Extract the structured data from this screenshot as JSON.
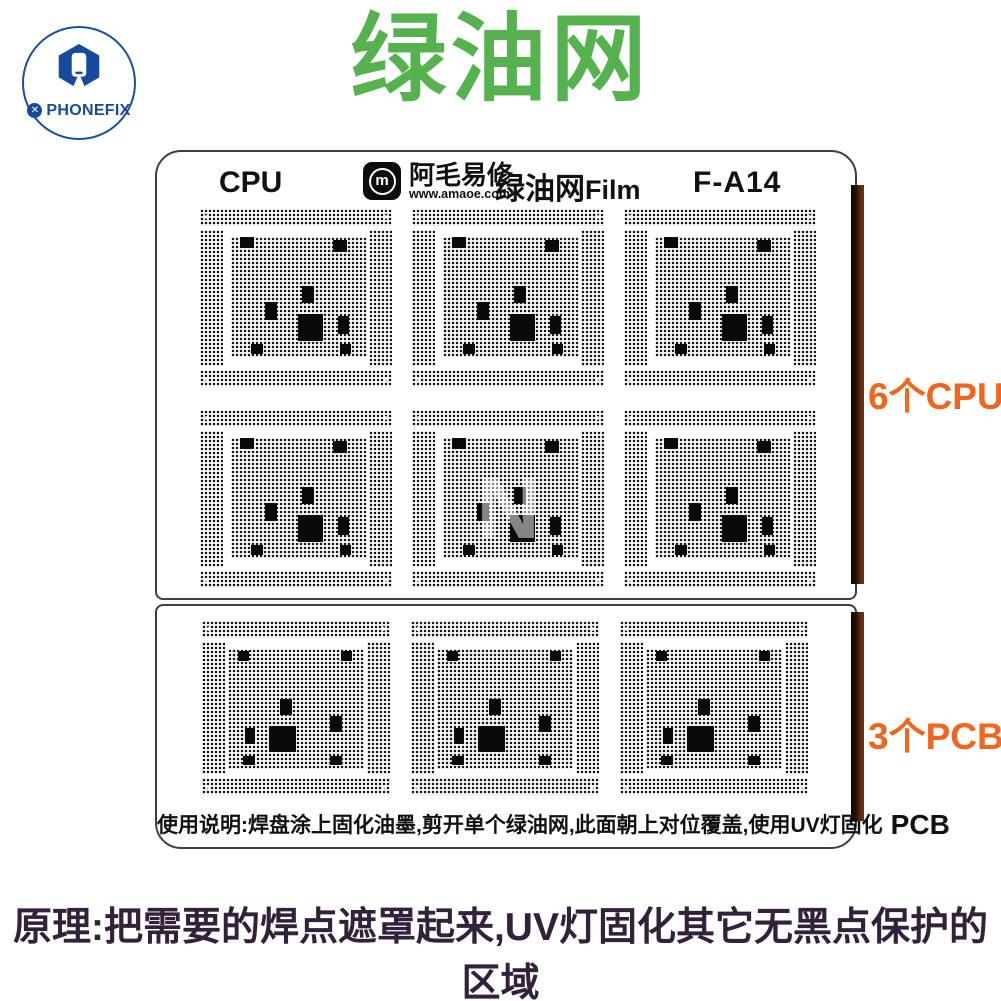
{
  "logo": {
    "text": "PHONEFIX",
    "color": "#164a9c"
  },
  "icons": {
    "x_badge": "✕",
    "wrench_phone_icon": "hexagon-wrench-around-phone"
  },
  "title": {
    "text": "绿油网",
    "color": "#55b24e"
  },
  "plate": {
    "header": {
      "type_label": "CPU",
      "brand_monogram": "m",
      "brand_name": "阿毛易修",
      "brand_site": "www.amaoe.com",
      "film_label": "绿油网",
      "film_suffix": "Film",
      "model": "F-A14"
    },
    "footer": {
      "instructions": "使用说明:焊盘涂上固化油墨,剪开单个绿油网,此面朝上对位覆盖,使用UV灯固化",
      "material_label": "PCB"
    }
  },
  "side_labels": {
    "cpu": "6个CPU",
    "pcb": "3个PCB",
    "color": "#f2651d"
  },
  "caption": {
    "text": "原理:把需要的焊点遮罩起来,UV灯固化其它无黑点保护的区域",
    "color": "#33203a"
  },
  "watermark": "N",
  "stencil_patterns": {
    "cpu": {
      "count": 6,
      "blocks": [
        {
          "l": 7,
          "t": 0,
          "w": 10,
          "h": 9
        },
        {
          "l": 75,
          "t": 2,
          "w": 10,
          "h": 10
        },
        {
          "l": 52,
          "t": 41,
          "w": 9,
          "h": 14
        },
        {
          "l": 25,
          "t": 54,
          "w": 9,
          "h": 15
        },
        {
          "l": 49,
          "t": 64,
          "w": 19,
          "h": 23
        },
        {
          "l": 79,
          "t": 66,
          "w": 8,
          "h": 15
        },
        {
          "l": 15,
          "t": 89,
          "w": 9,
          "h": 9
        },
        {
          "l": 80,
          "t": 89,
          "w": 8,
          "h": 9
        }
      ]
    },
    "pcb": {
      "count": 3,
      "blocks": [
        {
          "l": 7,
          "t": 2,
          "w": 8,
          "h": 8
        },
        {
          "l": 83,
          "t": 2,
          "w": 8,
          "h": 8
        },
        {
          "l": 38,
          "t": 42,
          "w": 9,
          "h": 13
        },
        {
          "l": 75,
          "t": 56,
          "w": 9,
          "h": 13
        },
        {
          "l": 12,
          "t": 66,
          "w": 8,
          "h": 13
        },
        {
          "l": 30,
          "t": 64,
          "w": 20,
          "h": 22
        },
        {
          "l": 11,
          "t": 89,
          "w": 9,
          "h": 8
        },
        {
          "l": 75,
          "t": 89,
          "w": 9,
          "h": 8
        }
      ]
    }
  }
}
